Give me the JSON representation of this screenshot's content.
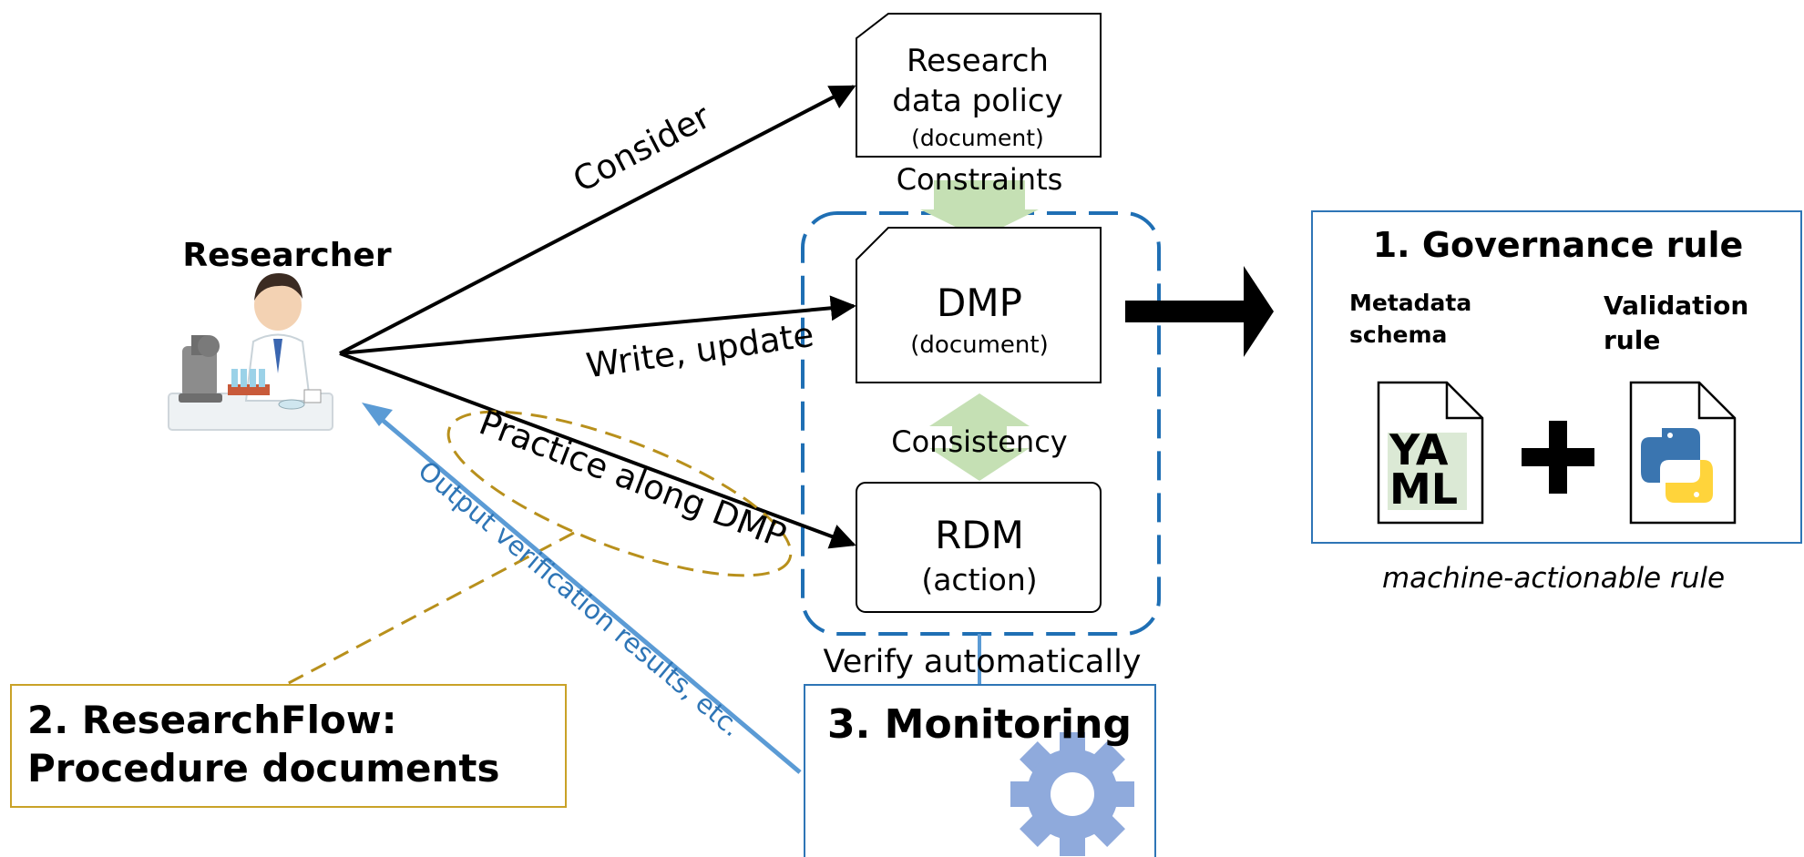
{
  "researcher": {
    "label": "Researcher"
  },
  "edges": {
    "consider": "Consider",
    "write": "Write, update",
    "practice": "Practice along DMP",
    "output": "Output verification results, etc.",
    "verify": "Verify automatically",
    "constraints": "Constraints",
    "consistency": "Consistency"
  },
  "policy": {
    "line1": "Research",
    "line2": "data policy",
    "sub": "(document)"
  },
  "dmp": {
    "title": "DMP",
    "sub": "(document)"
  },
  "rdm": {
    "title": "RDM",
    "sub": "(action)"
  },
  "governance": {
    "title": "1. Governance rule",
    "metadata_line1": "Metadata",
    "metadata_line2": "schema",
    "validation_line1": "Validation",
    "validation_line2": "rule",
    "caption": "machine-actionable rule",
    "yaml_line1": "YA",
    "yaml_line2": "ML"
  },
  "researchflow": {
    "line1": "2. ResearchFlow:",
    "line2": "Procedure documents"
  },
  "monitoring": {
    "title": "3. Monitoring"
  },
  "colors": {
    "blue_dashed": "#1f6fb4",
    "gold_dashed": "#b8901c",
    "light_blue_arrow": "#5b9bd5",
    "green_arrow": "#c5e0b4",
    "gear": "#8faadc",
    "box_border": "#2e75b6",
    "rf_border": "#c9a227"
  }
}
